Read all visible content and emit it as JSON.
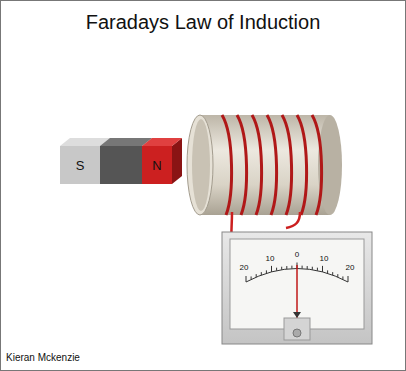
{
  "diagram": {
    "title": "Faradays Law of Induction",
    "labels": [
      "S",
      "N",
      "20",
      "10",
      "0",
      "10",
      "20",
      "Kieran Mckenzie"
    ]
  }
}
